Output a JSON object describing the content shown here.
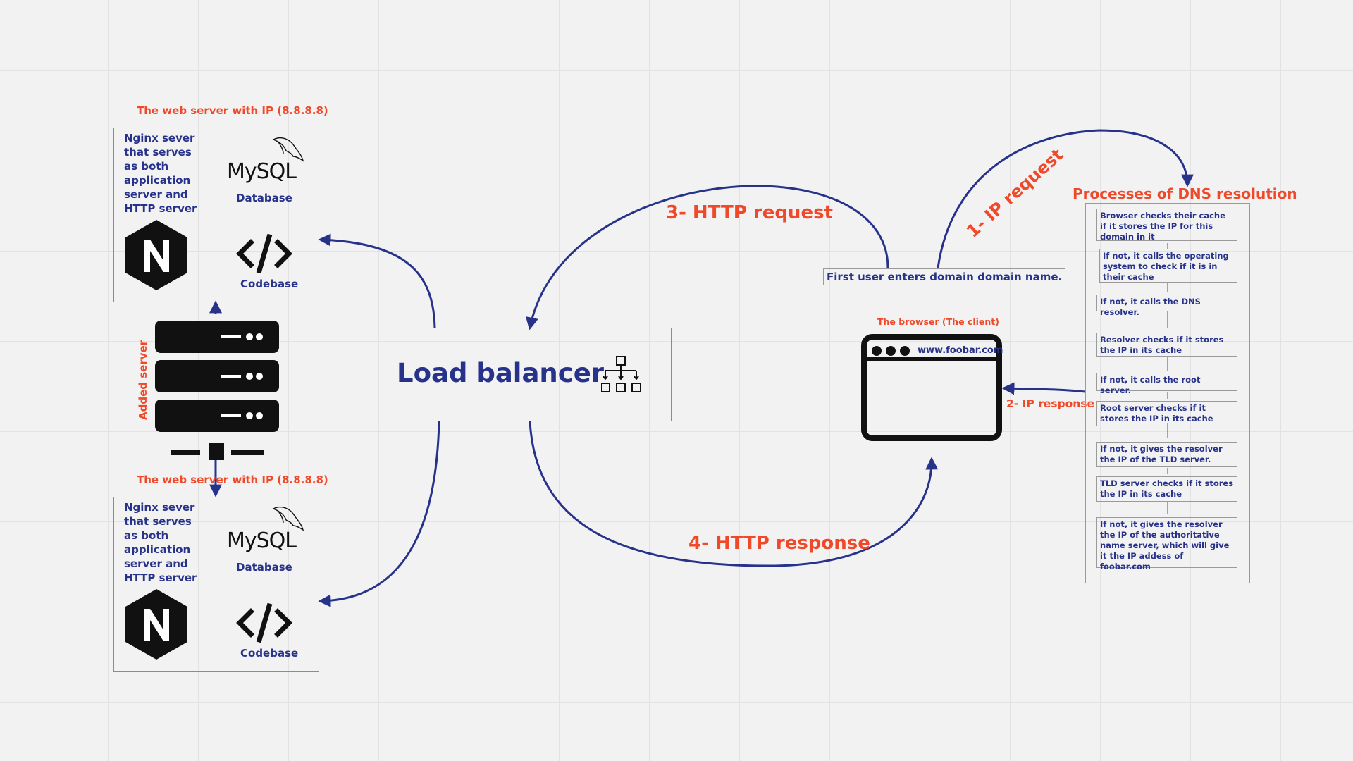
{
  "servers": [
    {
      "title": "The web server with IP (8.8.8.8)",
      "nginx_desc": "Nginx sever\nthat serves\nas both\napplication\nserver and\nHTTP server",
      "mysql_logo": "MySQL",
      "database_label": "Database",
      "codebase_label": "Codebase"
    },
    {
      "title": "The web server with IP (8.8.8.8)",
      "nginx_desc": "Nginx sever\nthat serves\nas both\napplication\nserver and\nHTTP server",
      "mysql_logo": "MySQL",
      "database_label": "Database",
      "codebase_label": "Codebase"
    }
  ],
  "added_server_label": "Added server",
  "load_balancer": {
    "label": "Load balancer",
    "icon": "hierarchy-icon"
  },
  "steps": {
    "ip_request": "1- IP request",
    "ip_response": "2- IP response",
    "http_request": "3- HTTP request",
    "http_response": "4- HTTP response"
  },
  "domain_entry": "First user enters domain domain name.",
  "browser": {
    "title": "The browser (The client)",
    "url": "www.foobar.com"
  },
  "dns": {
    "title": "Processes of DNS resolution",
    "steps": [
      "Browser checks their cache if it stores the IP for this domain in it",
      "If not, it calls the operating system to check if it is in their cache",
      "If not, it calls the DNS resolver.",
      "Resolver checks if it stores the IP in its cache",
      "If not, it calls the root server.",
      "Root server checks if it stores the IP in its cache",
      "If not, it gives the resolver the IP of the TLD server.",
      "TLD server checks if it stores the IP in its cache",
      "If not, it gives the resolver the IP of the authoritative name server, which will give it the IP addess of foobar.com"
    ]
  },
  "colors": {
    "accent_red": "#f0492a",
    "navy": "#27328a",
    "icon_black": "#111111",
    "background": "#f2f2f2"
  }
}
